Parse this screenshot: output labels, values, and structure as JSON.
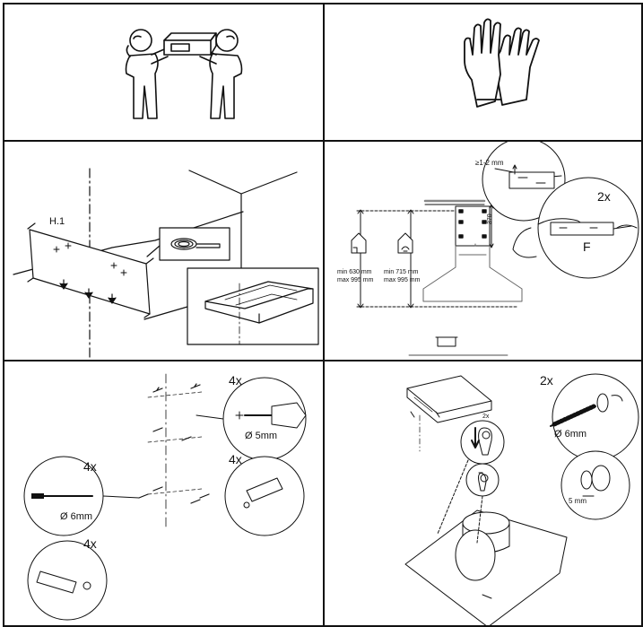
{
  "panel2": {
    "h1_label": "H.1"
  },
  "panel4": {
    "gap_label": "≥1-2 mm",
    "height_label": "370",
    "count_label": "2x",
    "bracket_label": "F",
    "left_min": "min  630 mm",
    "left_max": "max 995 mm",
    "right_min": "min  715 mm",
    "right_max": "max 995 mm"
  },
  "panel5": {
    "count_top": "4x",
    "drill_top": "Ø 5mm",
    "count_left": "4x",
    "drill_left": "Ø 6mm",
    "count_right": "4x",
    "count_bottom": "4x"
  },
  "panel6": {
    "count_screw": "2x",
    "screw_diameter": "Ø 6mm",
    "small_count": "2x",
    "gap": "5 mm"
  }
}
